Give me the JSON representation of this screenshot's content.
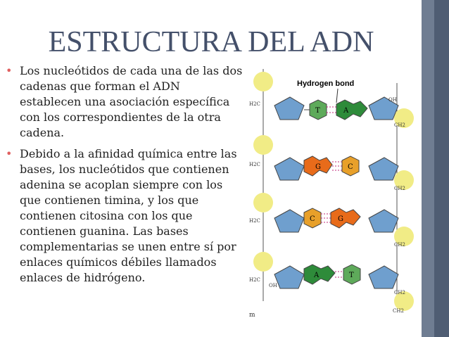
{
  "slide": {
    "title": "ESTRUCTURA DEL ADN",
    "bullets": [
      "Los nucleótidos de cada una de las dos cadenas que forman el ADN establecen una asociación específica con los correspondientes de la otra cadena.",
      "Debido a la afinidad química entre las bases, los nucleótidos que contienen adenina se acoplan siempre con los que contienen timina, y los que contienen citosina con los que contienen guanina. Las bases complementarias se unen entre sí por enlaces químicos débiles llamados enlaces de hidrógeno."
    ]
  },
  "figure": {
    "label": "Hydrogen bond",
    "pairs": [
      {
        "left": "T",
        "right": "A"
      },
      {
        "left": "G",
        "right": "C"
      },
      {
        "left": "C",
        "right": "G"
      },
      {
        "left": "A",
        "right": "T"
      }
    ],
    "left_labels": [
      "H2C",
      "H2C",
      "H2C",
      "H2C"
    ],
    "right_labels": [
      "OH",
      "CH2",
      "CH2",
      "CH2",
      "CH2",
      "CH2"
    ],
    "bottom_left": "OH",
    "bottom_right": "m",
    "colors": {
      "phosphate": "#f1ec86",
      "sugar": "#6f9fce",
      "T": "#5eaa5a",
      "A": "#2e8b3a",
      "G": "#e86b1a",
      "C": "#e8a02a",
      "hbond": "#c0297a"
    }
  }
}
